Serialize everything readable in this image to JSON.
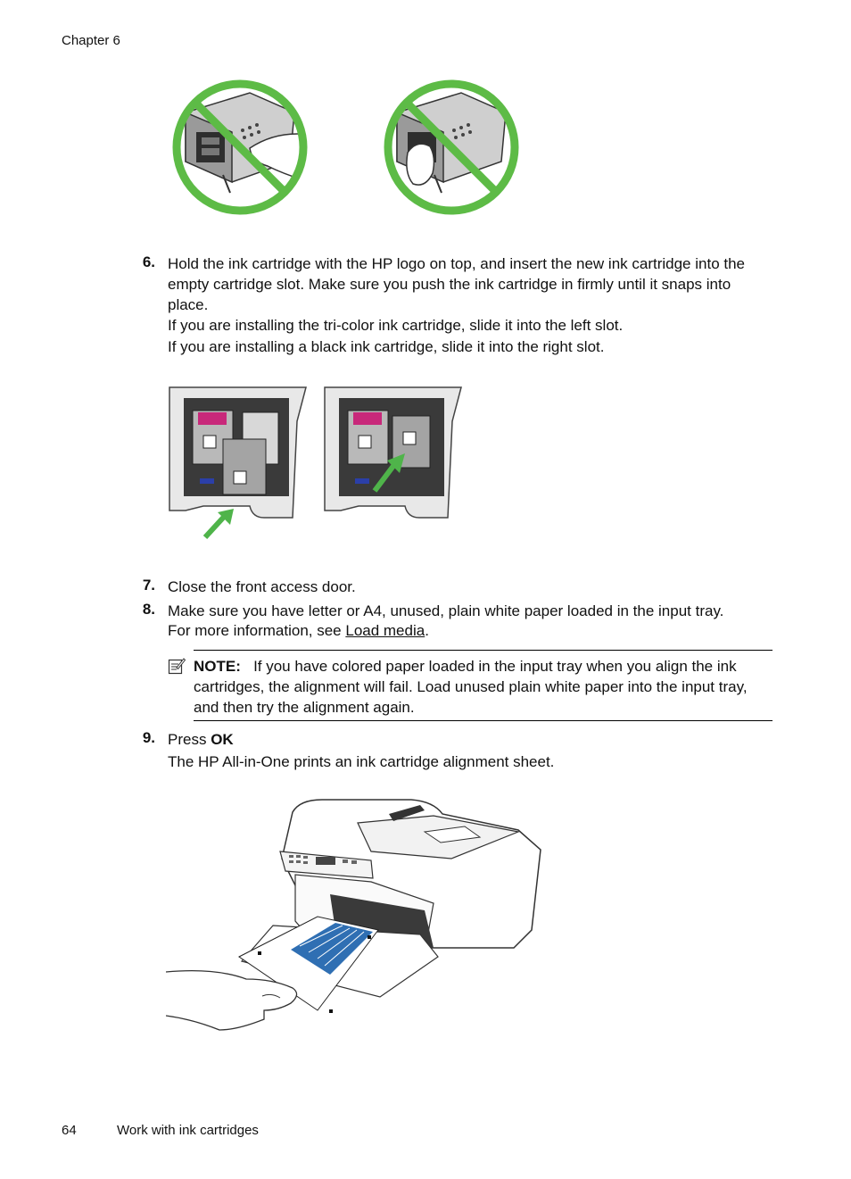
{
  "header": {
    "chapter": "Chapter 6"
  },
  "steps": {
    "s6": {
      "num": "6.",
      "text": "Hold the ink cartridge with the HP logo on top, and insert the new ink cartridge into the empty cartridge slot. Make sure you push the ink cartridge in firmly until it snaps into place.",
      "p1": "If you are installing the tri-color ink cartridge, slide it into the left slot.",
      "p2": "If you are installing a black ink cartridge, slide it into the right slot."
    },
    "s7": {
      "num": "7.",
      "text": "Close the front access door."
    },
    "s8": {
      "num": "8.",
      "text": "Make sure you have letter or A4, unused, plain white paper loaded in the input tray.",
      "more_prefix": "For more information, see ",
      "link": "Load media",
      "more_suffix": "."
    },
    "note": {
      "label": "NOTE:",
      "text": "If you have colored paper loaded in the input tray when you align the ink cartridges, the alignment will fail. Load unused plain white paper into the input tray, and then try the alignment again."
    },
    "s9": {
      "num": "9.",
      "press": "Press ",
      "key": "OK",
      "result": "The HP All-in-One prints an ink cartridge alignment sheet."
    }
  },
  "footer": {
    "page": "64",
    "title": "Work with ink cartridges"
  },
  "colors": {
    "no_sign": "#5dbb46",
    "arrow": "#4fb44a",
    "magenta": "#c8287a"
  }
}
